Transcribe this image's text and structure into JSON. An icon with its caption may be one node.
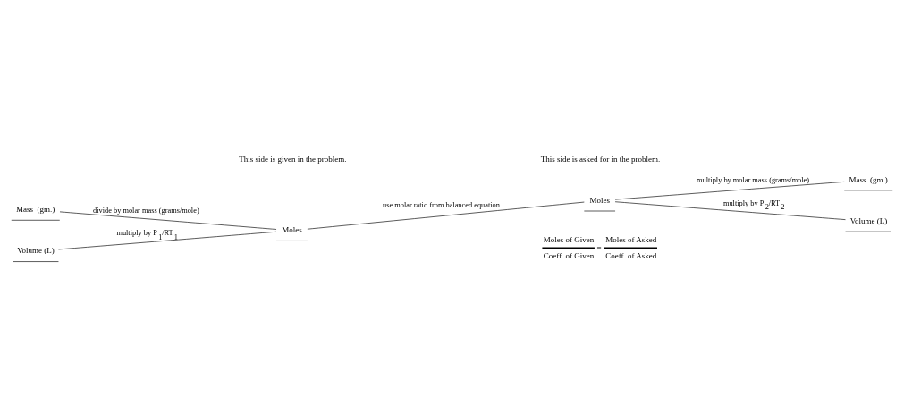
{
  "diagram": {
    "nodes": [
      {
        "text": [
          "Mass  (gm.)"
        ]
      },
      {
        "text": [
          "Volume (L)"
        ]
      },
      {
        "text": [
          "Moles"
        ]
      },
      {
        "text": [
          "Moles"
        ]
      },
      {
        "text": [
          "Mass  (gm.)"
        ]
      },
      {
        "text": [
          "Volume (L)"
        ]
      }
    ],
    "edges": [
      {
        "from": 0,
        "to": 2,
        "arrow": "none",
        "label": "divide by molar mass (grams/mole)"
      },
      {
        "from": 1,
        "to": 2,
        "arrow": "none",
        "label": "multiply by P$_{1}$/RT$_{1}$"
      },
      {
        "from": 2,
        "to": 3,
        "arrow": "none",
        "label": "use molar ratio from balanced equation"
      },
      {
        "from": 3,
        "to": 4,
        "arrow": "none",
        "label": "multiply by molar mass (grams/mole)"
      },
      {
        "from": 3,
        "to": 5,
        "arrow": "none",
        "label": "multiply by P$_{2}$/RT$_{2}$"
      }
    ],
    "labels": [
      "This side is given in the problem.",
      "This side is asked for in the problem.",
      "Moles of Given",
      "Coeff. of Given",
      "=",
      "Moles of Asked",
      "Coeff. of Asked"
    ]
  }
}
